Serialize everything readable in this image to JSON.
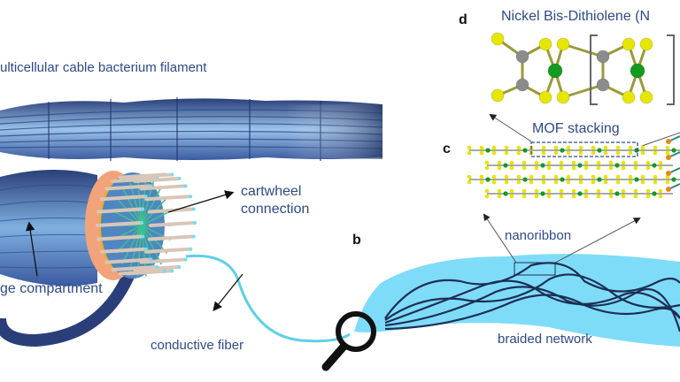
{
  "panels": {
    "b": "b",
    "c": "c",
    "d": "d"
  },
  "labels": {
    "filament_title": "ulticellular cable bacterium filament",
    "cartwheel": [
      "cartwheel",
      "connection"
    ],
    "ridge_compartment": "ge compartment",
    "conductive_fiber": "conductive fiber",
    "braided_network": "braided network",
    "nanoribbon": "nanoribbon",
    "mof_stacking": "MOF stacking",
    "nickel_title": "Nickel Bis-Dithiolene (N"
  },
  "colors": {
    "label_text": "#2f4a8a",
    "filament_dark": "#2a3f7a",
    "filament_light": "#9cc3ea",
    "fiber": "#5fd0e6",
    "network_bg": "#7fdcf8",
    "network_strand": "#1c2f55",
    "sulfur": "#e6e600",
    "carbon": "#8c8c8c",
    "nickel": "#149a1e",
    "peach": "#f2a37a",
    "spoke": "#3fbf8f"
  },
  "icons": {
    "magnifier": "magnifying-glass-icon"
  }
}
